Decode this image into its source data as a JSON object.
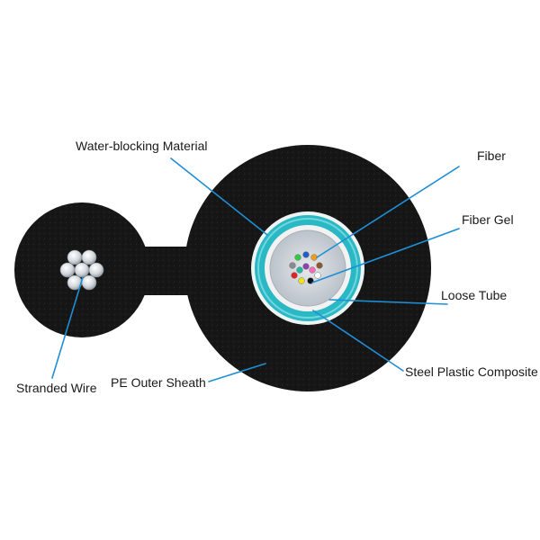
{
  "colors": {
    "background": "#ffffff",
    "sheath": "#161616",
    "leader_line": "#1e8fd6",
    "steel_plastic_composite": "#2ab8c4",
    "loose_tube": "#f2f2f2",
    "fiber_gel": "#cfd4da",
    "stranded_wire": "#d8dde2"
  },
  "labels": {
    "water_blocking": "Water-blocking Material",
    "fiber": "Fiber",
    "fiber_gel": "Fiber Gel",
    "loose_tube": "Loose Tube",
    "steel_plastic": "Steel Plastic Composite",
    "stranded_wire": "Stranded Wire",
    "pe_sheath": "PE Outer Sheath"
  },
  "fiber_colors": [
    "#1f5fc8",
    "#f39c12",
    "#2ecc40",
    "#8b5a2b",
    "#8a8a8a",
    "#ffffff",
    "#e02424",
    "#111111",
    "#f1e413",
    "#8e44ad",
    "#ff69b4",
    "#1abc9c"
  ]
}
